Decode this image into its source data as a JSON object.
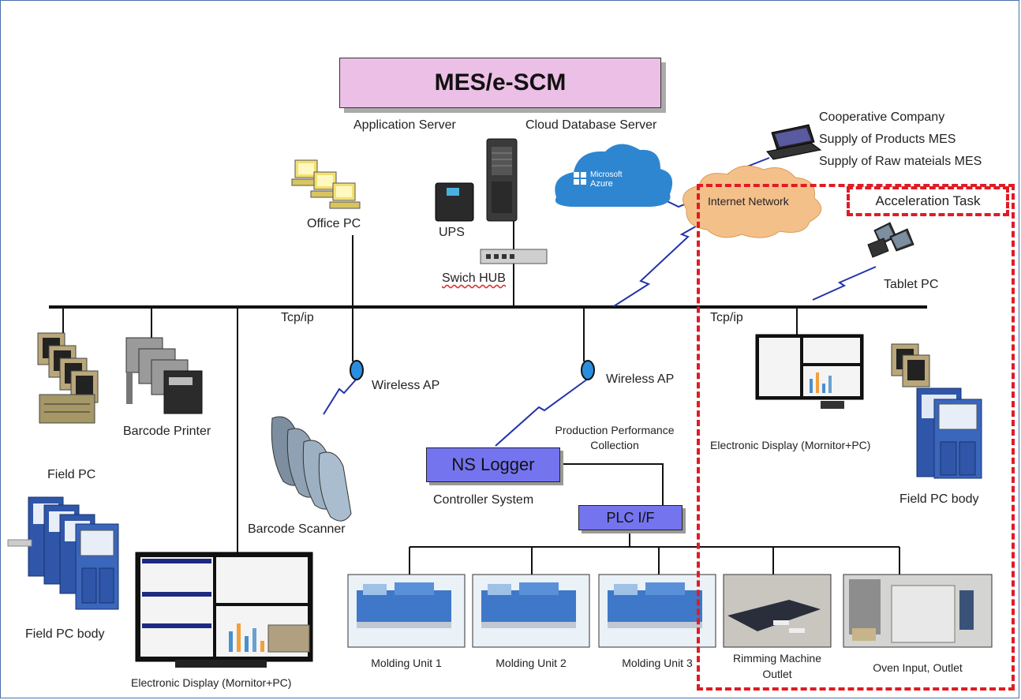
{
  "diagram": {
    "central_system": "MES/e-SCM",
    "application_server_label": "Application Server",
    "cloud_db_label": "Cloud Database Server",
    "azure_logo_line1": "Microsoft",
    "azure_logo_line2": "Azure",
    "office_pc_label": "Office PC",
    "ups_label": "UPS",
    "switch_hub_label": "Swich HUB",
    "internet_label": "Internet Network",
    "cooperative": {
      "line1": "Cooperative Company",
      "line2": "Supply of Products MES",
      "line3": "Supply of Raw mateials MES"
    },
    "acceleration_task_label": "Acceleration Task",
    "tablet_label": "Tablet PC",
    "tcp_ip_left": "Tcp/ip",
    "tcp_ip_right": "Tcp/ip",
    "field_pc_label": "Field PC",
    "barcode_printer_label": "Barcode Printer",
    "wireless_ap_1": "Wireless AP",
    "wireless_ap_2": "Wireless AP",
    "barcode_scanner_label": "Barcode Scanner",
    "production_perf_line1": "Production Performance",
    "production_perf_line2": "Collection",
    "ns_logger_label": "NS Logger",
    "controller_system_label": "Controller System",
    "plc_label": "PLC I/F",
    "electronic_display_right": "Electronic Display (Mornitor+PC)",
    "field_pc_body_right": "Field PC body",
    "field_pc_body_left": "Field PC body",
    "electronic_display_left": "Electronic Display (Mornitor+PC)",
    "units": [
      {
        "line1": "Molding Unit 1",
        "line2": ""
      },
      {
        "line1": "Molding Unit 2",
        "line2": ""
      },
      {
        "line1": "Molding Unit 3",
        "line2": ""
      },
      {
        "line1": "Rimming Machine",
        "line2": "Outlet"
      },
      {
        "line1": "Oven Input, Outlet",
        "line2": ""
      }
    ]
  },
  "colors": {
    "mes_box": "#ecbfe6",
    "logger_box": "#7474ee",
    "accel_dash": "#e01b24",
    "network_line": "#111111",
    "wireless_line": "#2233aa",
    "azure_cloud": "#2f86d0",
    "internet_cloud": "#f4c08a",
    "cabinet_blue": "#2f56a8"
  },
  "icons": [
    "computer-icon",
    "server-tower-icon",
    "ups-icon",
    "switch-icon",
    "cloud-icon",
    "laptop-icon",
    "tablet-icon",
    "printer-icon",
    "wireless-ap-icon",
    "scanner-icon",
    "monitor-icon",
    "cabinet-icon",
    "machine-photo"
  ]
}
